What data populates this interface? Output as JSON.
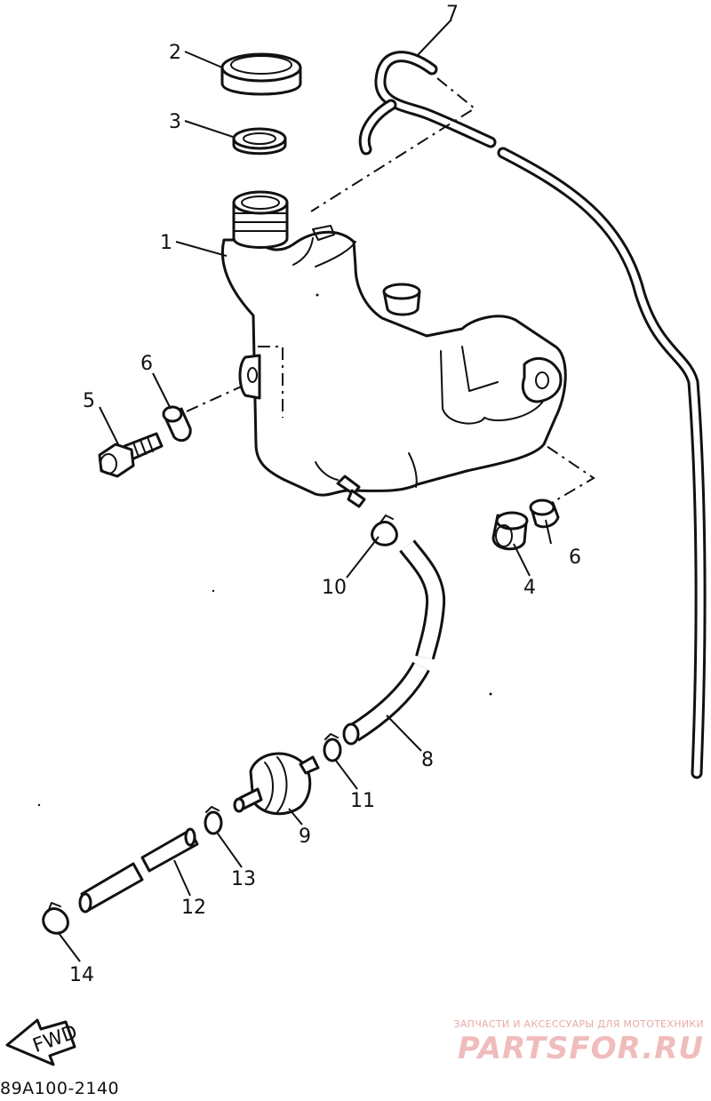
{
  "diagram": {
    "callouts": [
      "1",
      "2",
      "3",
      "4",
      "5",
      "6",
      "6",
      "7",
      "8",
      "9",
      "10",
      "11",
      "12",
      "13",
      "14"
    ],
    "fwd_label": "FWD",
    "diagram_code": "89A100-2140"
  },
  "watermark": {
    "tagline": "ЗАПЧАСТИ И АКСЕССУАРЫ ДЛЯ МОТОТЕХНИКИ",
    "brand": "PARTSFOR.RU",
    "color": "#f0bcbc"
  }
}
